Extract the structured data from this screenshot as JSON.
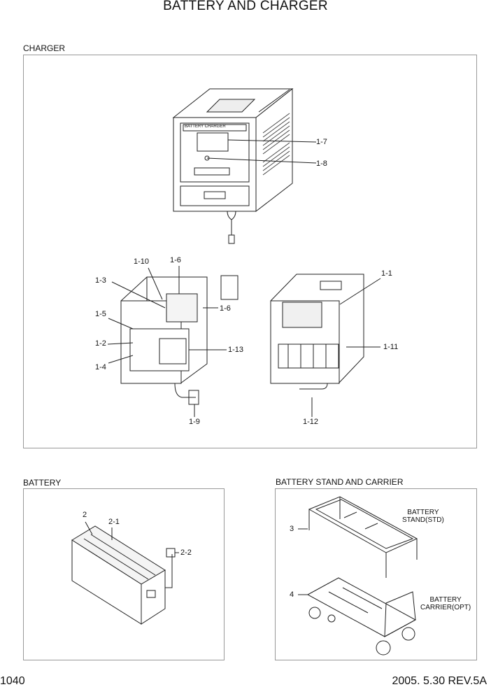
{
  "title": "BATTERY AND CHARGER",
  "sections": {
    "charger": "CHARGER",
    "battery": "BATTERY",
    "stand": "BATTERY STAND AND CARRIER"
  },
  "charger_panel_text": "BATTERY CHARGER",
  "callouts": {
    "c1_7": "1-7",
    "c1_8": "1-8",
    "c1_10": "1-10",
    "c1_6a": "1-6",
    "c1_6b": "1-6",
    "c1_3": "1-3",
    "c1_5": "1-5",
    "c1_2": "1-2",
    "c1_4": "1-4",
    "c1_13": "1-13",
    "c1_9": "1-9",
    "c1_1": "1-1",
    "c1_11": "1-11",
    "c1_12": "1-12",
    "c2": "2",
    "c2_1": "2-1",
    "c2_2": "2-2",
    "c3": "3",
    "c4": "4"
  },
  "stand_label": [
    "BATTERY",
    "STAND(STD)"
  ],
  "carrier_label": [
    "BATTERY",
    "CARRIER(OPT)"
  ],
  "footer": {
    "page": "1040",
    "revision": "2005. 5.30 REV.5A"
  }
}
